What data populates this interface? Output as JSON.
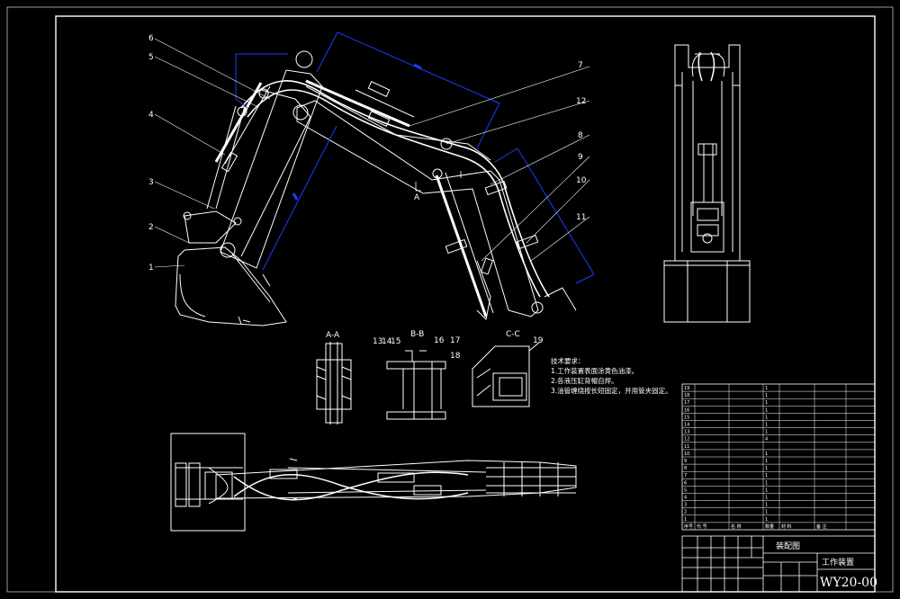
{
  "part_labels": [
    "1",
    "2",
    "3",
    "4",
    "5",
    "6",
    "7",
    "8",
    "9",
    "10",
    "11",
    "12"
  ],
  "section_labels": {
    "aa": "A-A",
    "bb": "B-B",
    "cc": "C-C",
    "a_marker": "A"
  },
  "section_numbers": [
    "13",
    "14",
    "15",
    "16",
    "17",
    "18",
    "19"
  ],
  "tech_notes": {
    "heading": "技术要求：",
    "lines": [
      "1.工作装置表面涂黄色油漆。",
      "2.各液压缸背帽自焊。",
      "3.油管缠绕按长短固定，并用管夹固定。"
    ]
  },
  "bom": {
    "rows": [
      {
        "no": "19",
        "code": "",
        "name": "",
        "qty": "1",
        "mat": "",
        "note": ""
      },
      {
        "no": "18",
        "code": "",
        "name": "",
        "qty": "1",
        "mat": "",
        "note": ""
      },
      {
        "no": "17",
        "code": "",
        "name": "",
        "qty": "1",
        "mat": "",
        "note": ""
      },
      {
        "no": "16",
        "code": "",
        "name": "",
        "qty": "1",
        "mat": "",
        "note": ""
      },
      {
        "no": "15",
        "code": "",
        "name": "",
        "qty": "1",
        "mat": "",
        "note": ""
      },
      {
        "no": "14",
        "code": "",
        "name": "",
        "qty": "1",
        "mat": "",
        "note": ""
      },
      {
        "no": "13",
        "code": "",
        "name": "",
        "qty": "1",
        "mat": "",
        "note": ""
      },
      {
        "no": "12",
        "code": "",
        "name": "",
        "qty": "4",
        "mat": "",
        "note": ""
      },
      {
        "no": "11",
        "code": "",
        "name": "",
        "qty": "",
        "mat": "",
        "note": ""
      },
      {
        "no": "10",
        "code": "",
        "name": "",
        "qty": "1",
        "mat": "",
        "note": ""
      },
      {
        "no": "9",
        "code": "",
        "name": "",
        "qty": "1",
        "mat": "",
        "note": ""
      },
      {
        "no": "8",
        "code": "",
        "name": "",
        "qty": "1",
        "mat": "",
        "note": ""
      },
      {
        "no": "7",
        "code": "",
        "name": "",
        "qty": "1",
        "mat": "",
        "note": ""
      },
      {
        "no": "6",
        "code": "",
        "name": "",
        "qty": "1",
        "mat": "",
        "note": ""
      },
      {
        "no": "5",
        "code": "",
        "name": "",
        "qty": "1",
        "mat": "",
        "note": ""
      },
      {
        "no": "4",
        "code": "",
        "name": "",
        "qty": "1",
        "mat": "",
        "note": ""
      },
      {
        "no": "3",
        "code": "",
        "name": "",
        "qty": "1",
        "mat": "",
        "note": ""
      },
      {
        "no": "2",
        "code": "",
        "name": "",
        "qty": "1",
        "mat": "",
        "note": ""
      },
      {
        "no": "1",
        "code": "",
        "name": "",
        "qty": "1",
        "mat": "",
        "note": ""
      }
    ],
    "header": {
      "no": "序号",
      "code": "代  号",
      "name": "名  称",
      "qty": "数量",
      "mat": "材  料",
      "note": "备 注"
    }
  },
  "title_block": {
    "drawing_type": "装配图",
    "title": "工作装置",
    "drawing_no": "WY20-00"
  }
}
